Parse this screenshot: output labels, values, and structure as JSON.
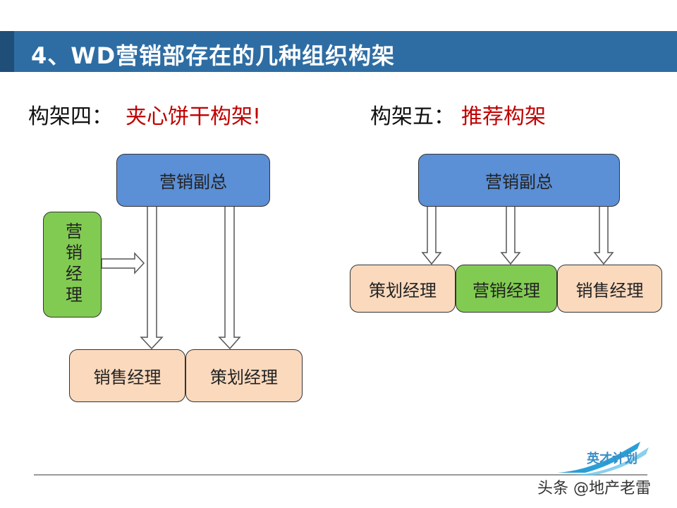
{
  "title": "4、WD营销部存在的几种组织构架",
  "left": {
    "label": "构架四：",
    "name": "夹心饼干构架!",
    "top_box": "营销副总",
    "side_box": "营销经理",
    "bottom_left_box": "销售经理",
    "bottom_right_box": "策划经理"
  },
  "right": {
    "label": "构架五：",
    "name": "推荐构架",
    "top_box": "营销副总",
    "boxes": [
      "策划经理",
      "营销经理",
      "销售经理"
    ]
  },
  "logo": {
    "text": "英才计划"
  },
  "watermark": "头条 @地产老雷",
  "colors": {
    "title_bar": "#2e6da4",
    "top_box": "#5b8fd6",
    "green_box": "#82cb52",
    "peach_box": "#fad9bd",
    "highlight_text": "#c00000"
  }
}
